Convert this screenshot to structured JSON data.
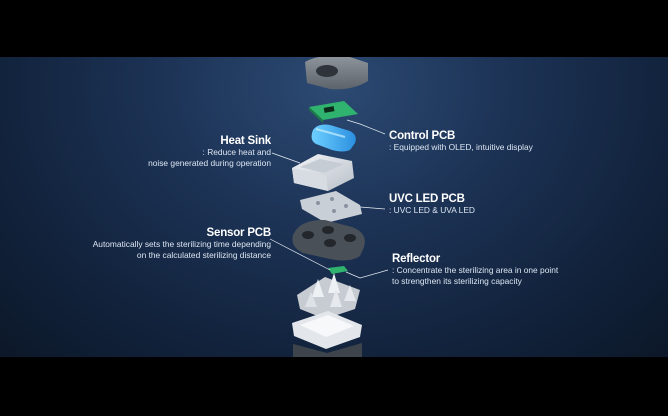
{
  "callouts": {
    "heat_sink": {
      "title": "Heat Sink",
      "desc1": ": Reduce heat and",
      "desc2": "noise generated during operation"
    },
    "control_pcb": {
      "title": "Control PCB",
      "desc1": ": Equipped with OLED, intuitive display"
    },
    "uvc_led_pcb": {
      "title": "UVC LED PCB",
      "desc1": ": UVC LED & UVA LED"
    },
    "sensor_pcb": {
      "title": "Sensor PCB",
      "desc1": "Automatically sets the sterilizing time depending",
      "desc2": "on the calculated sterilizing distance"
    },
    "reflector": {
      "title": "Reflector",
      "desc1": ": Concentrate the sterilizing area in one point",
      "desc2": "to strengthen its sterilizing capacity"
    }
  },
  "colors": {
    "background": "#1d3457",
    "letterbox": "#000000",
    "text": "#ffffff"
  }
}
